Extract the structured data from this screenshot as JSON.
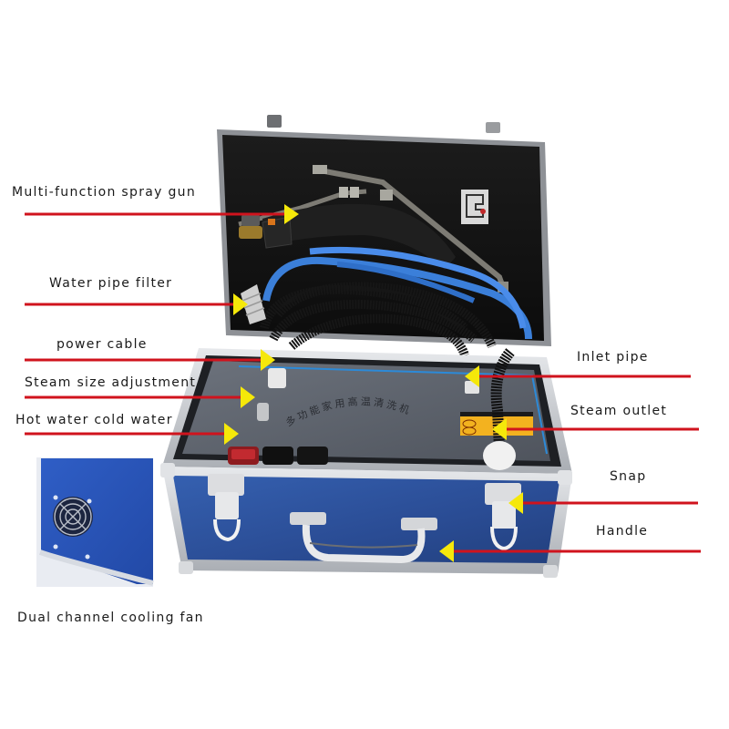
{
  "figure": {
    "subject": "Portable steam cleaning machine in blue aluminium case with labelled components",
    "colors": {
      "background": "#ffffff",
      "leader_line": "#d0131d",
      "arrow_head": "#f5e80a",
      "case_blue": "#2b4f9a",
      "case_frame": "#c9ccd1",
      "lid_interior": "#141414",
      "panel_gray": "#5f6570",
      "hose_blue": "#3b7fd9"
    }
  },
  "callouts": [
    {
      "id": "spray-gun",
      "label": "Multi-function spray gun",
      "side": "left"
    },
    {
      "id": "water-filter",
      "label": "Water pipe filter",
      "side": "left"
    },
    {
      "id": "power-cable",
      "label": "power cable",
      "side": "left"
    },
    {
      "id": "steam-adjust",
      "label": "Steam size adjustment",
      "side": "left"
    },
    {
      "id": "hot-cold",
      "label": "Hot water cold water",
      "side": "left"
    },
    {
      "id": "inlet-pipe",
      "label": "Inlet pipe",
      "side": "right"
    },
    {
      "id": "steam-outlet",
      "label": "Steam outlet",
      "side": "right"
    },
    {
      "id": "snap",
      "label": "Snap",
      "side": "right"
    },
    {
      "id": "handle",
      "label": "Handle",
      "side": "right"
    }
  ],
  "inset": {
    "label": "Dual channel cooling fan"
  },
  "panel_text": "多功能家用高温清洗机"
}
